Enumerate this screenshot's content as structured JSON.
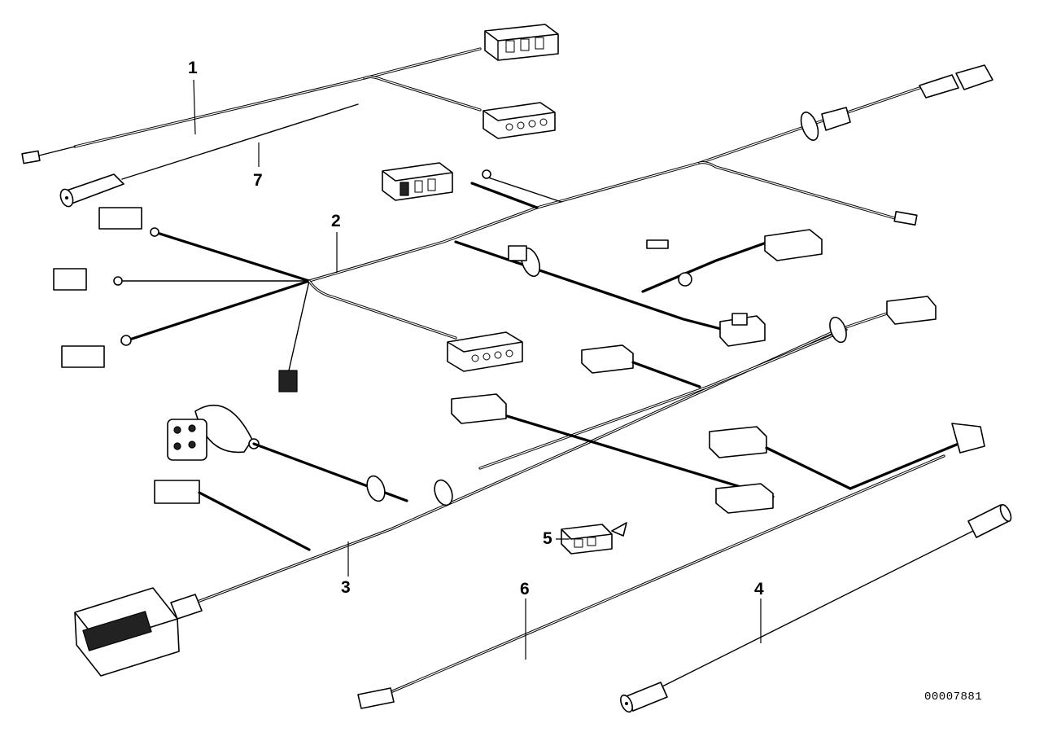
{
  "diagram": {
    "part_labels": [
      {
        "id": "1",
        "text": "1"
      },
      {
        "id": "2",
        "text": "2"
      },
      {
        "id": "3",
        "text": "3"
      },
      {
        "id": "4",
        "text": "4"
      },
      {
        "id": "5",
        "text": "5"
      },
      {
        "id": "6",
        "text": "6"
      },
      {
        "id": "7",
        "text": "7"
      }
    ],
    "document_number": "00007881",
    "colors": {
      "line": "#000000",
      "background": "#ffffff"
    }
  }
}
